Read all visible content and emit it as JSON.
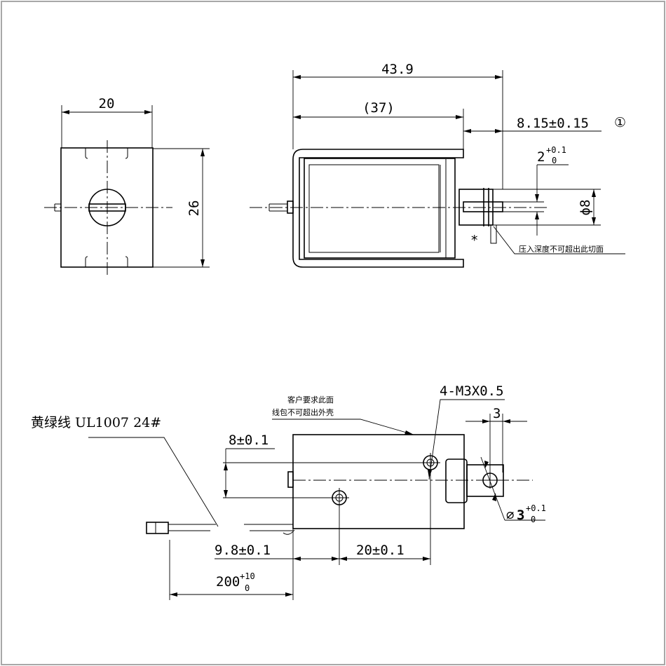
{
  "front_view": {
    "width_dim": "20",
    "height_dim": "26"
  },
  "side_view": {
    "overall_length": "43.9",
    "body_length": "(37)",
    "plunger_offset": "8.15±0.15",
    "note_marker": "①",
    "slot_width_base": "2",
    "slot_width_tol_upper": "+0.1",
    "slot_width_tol_lower": "0",
    "plunger_diameter": "ϕ8",
    "asterisk": "*",
    "press_note": "压入深度不可超出此切面"
  },
  "bottom_view": {
    "wire_label": "黄绿线 UL1007 24#",
    "customer_note_line1": "客户要求此面",
    "customer_note_line2": "线包不可超出外壳",
    "thread_spec": "4-M3X0.5",
    "hole_spacing_v": "8±0.1",
    "dim_3": "3",
    "hole_diameter_prefix": "⌀",
    "hole_diameter_base": "3",
    "hole_diameter_tol_upper": "+0.1",
    "hole_diameter_tol_lower": "0",
    "hole_offset": "9.8±0.1",
    "hole_spacing_h": "20±0.1",
    "wire_length_base": "200",
    "wire_length_tol_upper": "+10",
    "wire_length_tol_lower": "0"
  }
}
